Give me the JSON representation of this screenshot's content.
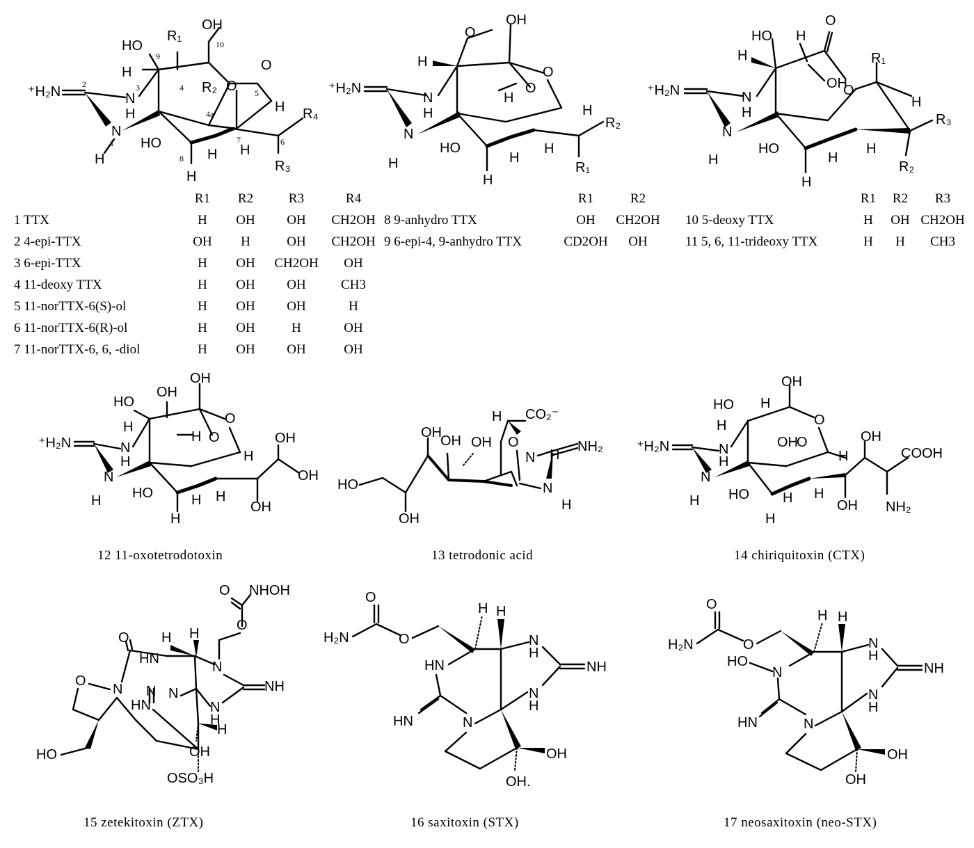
{
  "ttx_table": {
    "headers": [
      "R1",
      "R2",
      "R3",
      "R4"
    ],
    "rows": [
      {
        "name": "1 TTX",
        "r": [
          "H",
          "OH",
          "OH",
          "CH2OH"
        ]
      },
      {
        "name": "2 4-epi-TTX",
        "r": [
          "OH",
          "H",
          "OH",
          "CH2OH"
        ]
      },
      {
        "name": "3 6-epi-TTX",
        "r": [
          "H",
          "OH",
          "CH2OH",
          "OH"
        ]
      },
      {
        "name": "4 11-deoxy TTX",
        "r": [
          "H",
          "OH",
          "OH",
          "CH3"
        ]
      },
      {
        "name": "5 11-norTTX-6(S)-ol",
        "r": [
          "H",
          "OH",
          "OH",
          "H"
        ]
      },
      {
        "name": "6 11-norTTX-6(R)-ol",
        "r": [
          "H",
          "OH",
          "H",
          "OH"
        ]
      },
      {
        "name": "7 11-norTTX-6, 6, -diol",
        "r": [
          "H",
          "OH",
          "OH",
          "OH"
        ]
      }
    ]
  },
  "anhydro_table": {
    "headers": [
      "R1",
      "R2"
    ],
    "rows": [
      {
        "name": "8 9-anhydro TTX",
        "r": [
          "OH",
          "CH2OH"
        ]
      },
      {
        "name": "9 6-epi-4, 9-anhydro TTX",
        "r": [
          "CD2OH",
          "OH"
        ]
      }
    ]
  },
  "deoxy_table": {
    "headers": [
      "R1",
      "R2",
      "R3"
    ],
    "rows": [
      {
        "name": "10 5-deoxy TTX",
        "r": [
          "H",
          "OH",
          "CH2OH"
        ]
      },
      {
        "name": "11 5, 6, 11-trideoxy TTX",
        "r": [
          "H",
          "H",
          "CH3"
        ]
      }
    ]
  },
  "captions": {
    "c12": "12 11-oxotetrodotoxin",
    "c13": "13 tetrodonic acid",
    "c14": "14 chiriquitoxin (CTX)",
    "c15": "15 zetekitoxin (ZTX)",
    "c16": "16 saxitoxin (STX)",
    "c17": "17 neosaxitoxin (neo-STX)"
  },
  "atom_labels": {
    "h2n_plus": "+H2N",
    "oh": "OH",
    "ho": "HO",
    "h": "H",
    "o": "O",
    "n": "N",
    "nh": "NH",
    "r1": "R1",
    "r2": "R2",
    "r3": "R3",
    "r4": "R4",
    "co2": "CO2-",
    "nh2": "NH2",
    "h2n": "H2N",
    "hn": "HN",
    "cooh": "COOH",
    "nhoh": "NHOH",
    "oso3h": "OSO3H",
    "locants": [
      "9",
      "10",
      "3",
      "2",
      "4",
      "5",
      "4a",
      "1",
      "8",
      "7",
      "6"
    ]
  }
}
